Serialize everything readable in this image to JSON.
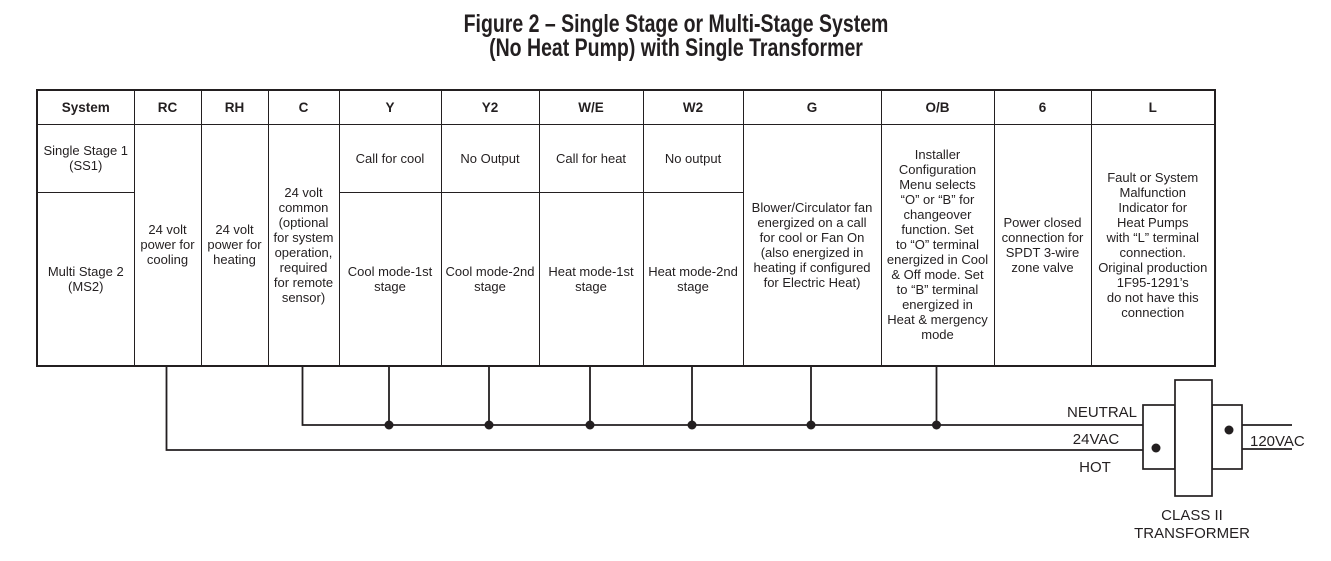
{
  "figure_title": {
    "line1": "Figure 2 – Single Stage or Multi-Stage System",
    "line2": "(No Heat Pump) with Single Transformer"
  },
  "table": {
    "headers": [
      "System",
      "RC",
      "RH",
      "C",
      "Y",
      "Y2",
      "W/E",
      "W2",
      "G",
      "O/B",
      "6",
      "L"
    ],
    "row_single_stage": {
      "system": "Single Stage 1\n(SS1)",
      "y": "Call for cool",
      "y2": "No Output",
      "we": "Call for heat",
      "w2": "No output"
    },
    "row_multi_stage": {
      "system": "Multi Stage 2\n(MS2)",
      "y": "Cool mode-1st\nstage",
      "y2": "Cool mode-2nd\nstage",
      "we": "Heat mode-1st\nstage",
      "w2": "Heat mode-2nd\nstage"
    },
    "span_cells": {
      "rc": "24 volt\npower for\ncooling",
      "rh": "24 volt\npower for\nheating",
      "c": "24 volt\ncommon\n(optional\nfor system\noperation,\nrequired\nfor remote\nsensor)",
      "g": "Blower/Circulator fan\nenergized on a call\nfor cool or Fan On\n(also energized in\nheating if configured\nfor Electric Heat)",
      "ob": "Installer\nConfiguration\nMenu selects\n“O” or “B” for\nchangeover\nfunction. Set\nto “O” terminal\nenergized in Cool\n& Off mode. Set\nto “B” terminal\nenergized in\nHeat & mergency\nmode",
      "six": "Power closed\nconnection for\nSPDT 3-wire\nzone valve",
      "l": "Fault or System\nMalfunction\nIndicator for\nHeat Pumps\nwith “L” terminal\nconnection.\nOriginal production\n1F95-1291’s\ndo not have this\nconnection"
    }
  },
  "diagram": {
    "wire_labels": {
      "neutral": "NEUTRAL",
      "vac24": "24VAC",
      "hot": "HOT",
      "vac120": "120VAC"
    },
    "transformer_label": {
      "line1": "CLASS II",
      "line2": "TRANSFORMER"
    },
    "ink_color": "#231f20"
  }
}
